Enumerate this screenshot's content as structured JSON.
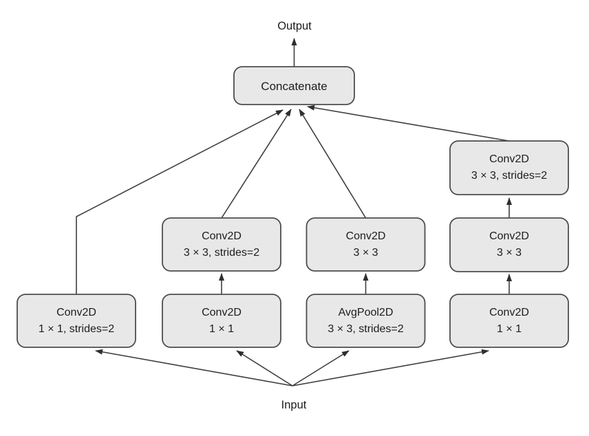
{
  "colors": {
    "background": "#ffffff",
    "box_fill": "#e8e8e8",
    "box_border": "#4c4c4c",
    "line": "#3d3d3d",
    "text": "#1c1c1c"
  },
  "diagram": {
    "output_label": "Output",
    "input_label": "Input",
    "concatenate": {
      "label": "Concatenate"
    },
    "branches": [
      {
        "name": "branch-1",
        "boxes": [
          {
            "line1": "Conv2D",
            "line2": "1 × 1, strides=2"
          }
        ]
      },
      {
        "name": "branch-2",
        "boxes": [
          {
            "line1": "Conv2D",
            "line2": "1 × 1"
          },
          {
            "line1": "Conv2D",
            "line2": "3 × 3, strides=2"
          }
        ]
      },
      {
        "name": "branch-3",
        "boxes": [
          {
            "line1": "AvgPool2D",
            "line2": "3 × 3, strides=2"
          },
          {
            "line1": "Conv2D",
            "line2": "3 × 3"
          }
        ]
      },
      {
        "name": "branch-4",
        "boxes": [
          {
            "line1": "Conv2D",
            "line2": "1 × 1"
          },
          {
            "line1": "Conv2D",
            "line2": "3 × 3"
          },
          {
            "line1": "Conv2D",
            "line2": "3 × 3, strides=2"
          }
        ]
      }
    ]
  }
}
